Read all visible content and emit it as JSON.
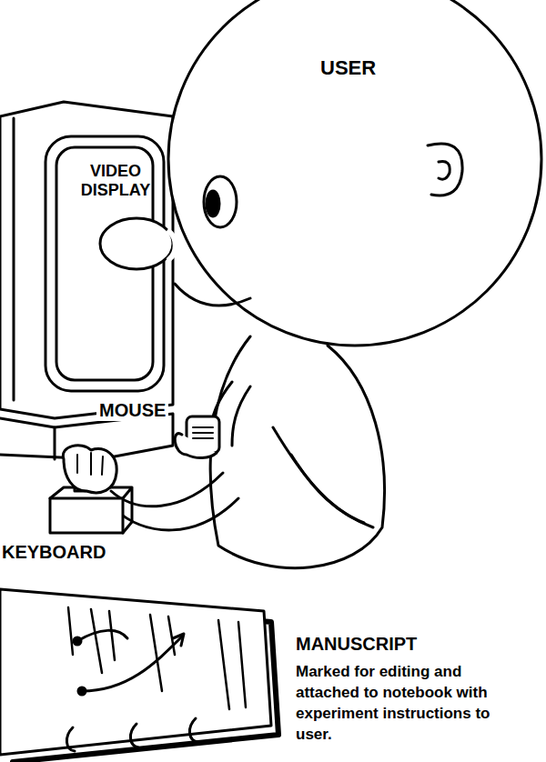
{
  "diagram": {
    "labels": [
      "USER",
      "VIDEO DISPLAY",
      "MOUSE",
      "KEYBOARD",
      "MANUSCRIPT",
      "Marked for editing and attached to notebook with experiment instructions to user."
    ]
  }
}
